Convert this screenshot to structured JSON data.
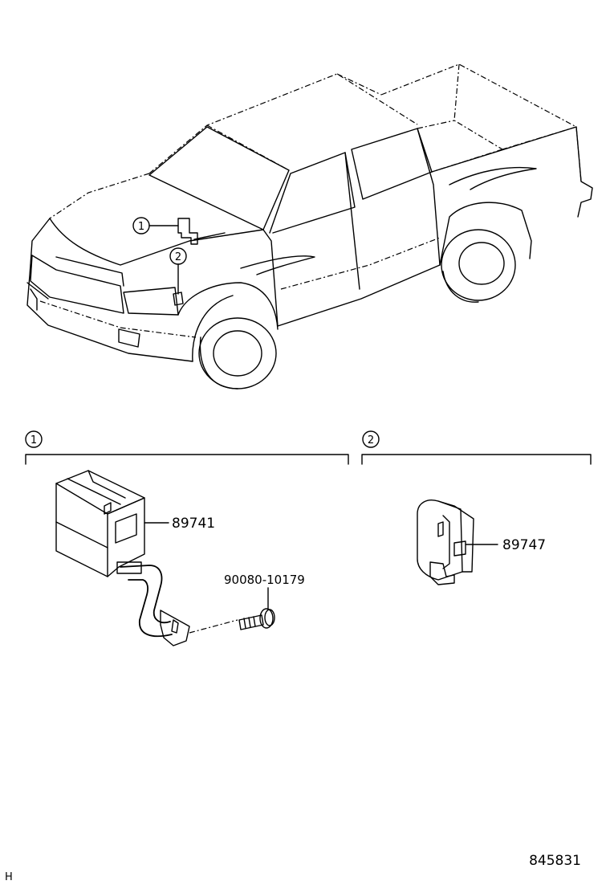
{
  "callouts": {
    "c1": "1",
    "c2": "2"
  },
  "sections": [
    {
      "number": "1",
      "parts": [
        "89741",
        "90080-10179"
      ]
    },
    {
      "number": "2",
      "parts": [
        "89747"
      ]
    }
  ],
  "parts": {
    "module": "89741",
    "bolt": "90080-10179",
    "sensor": "89747"
  },
  "footer": {
    "code": "845831",
    "corner": "H"
  }
}
